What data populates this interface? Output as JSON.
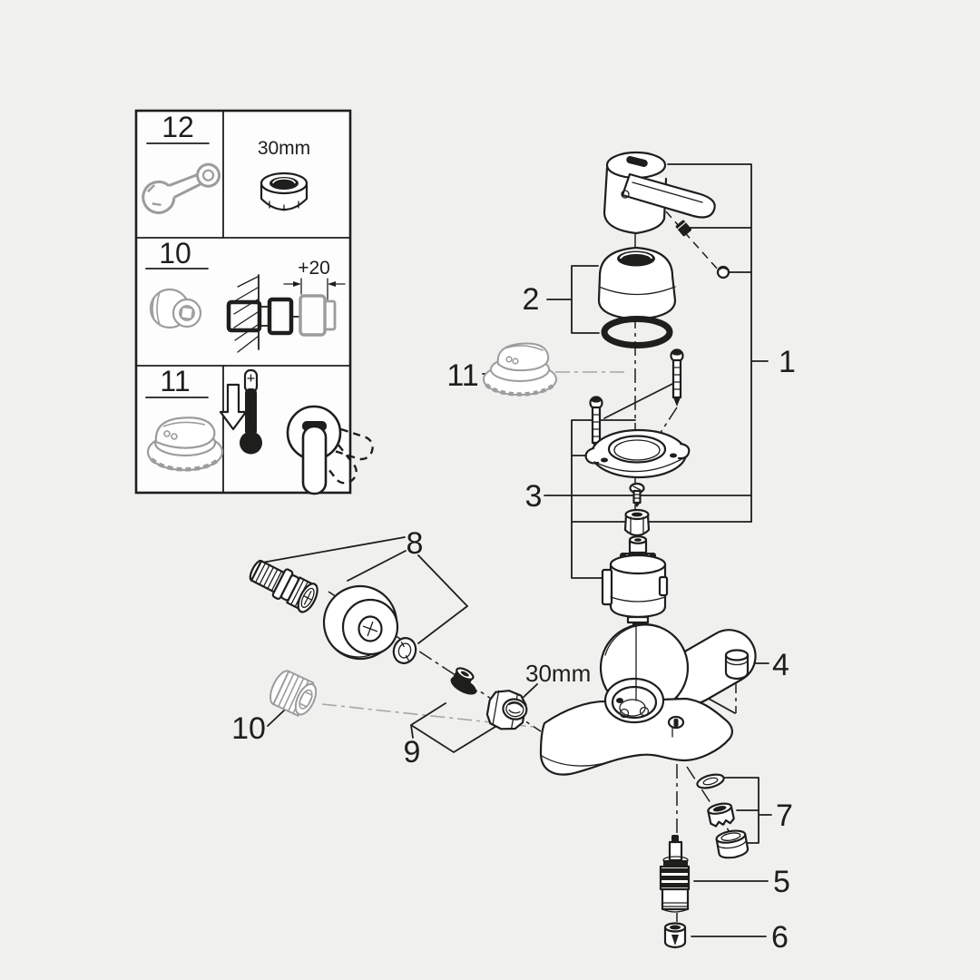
{
  "colors": {
    "background": "#f0f0ef",
    "line": "#1e1e1c",
    "muted_part": "#9c9c9c",
    "part_fill": "#ffffff"
  },
  "info_box": {
    "panels": [
      {
        "number": "12",
        "annotation": "30mm",
        "icons": [
          "open-end-wrench-icon",
          "union-nut-icon"
        ]
      },
      {
        "number": "10",
        "annotation": "+20",
        "icons": [
          "s-union-icon",
          "wall-depth-diagram-icon"
        ]
      },
      {
        "number": "11",
        "icons": [
          "temperature-limiter-icon",
          "thermometer-icon",
          "lever-handle-icon"
        ]
      }
    ]
  },
  "diagram": {
    "callouts": [
      {
        "number": "1",
        "part": "lever-handle-with-screw-and-plug"
      },
      {
        "number": "2",
        "part": "cap-with-o-ring"
      },
      {
        "number": "3",
        "part": "cartridge-with-flange-and-screws"
      },
      {
        "number": "4",
        "part": "stop-plug"
      },
      {
        "number": "5",
        "part": "diverter-cartridge"
      },
      {
        "number": "6",
        "part": "check-valve"
      },
      {
        "number": "7",
        "part": "aerator-set"
      },
      {
        "number": "8",
        "part": "escutcheon-set"
      },
      {
        "number": "9",
        "part": "union-nut-with-filter-seal"
      },
      {
        "number": "10",
        "part": "s-union"
      },
      {
        "number": "11",
        "part": "temperature-limiter-cap"
      }
    ],
    "annotations": [
      {
        "text": "30mm"
      }
    ]
  }
}
